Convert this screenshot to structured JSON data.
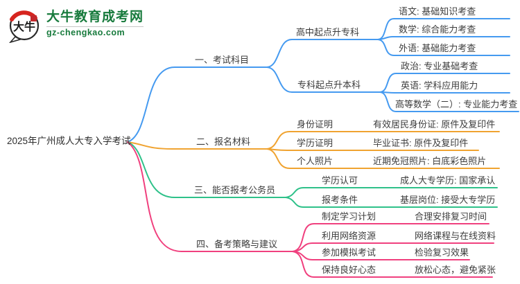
{
  "logo": {
    "mark_text": "大牛",
    "site_name": "大牛教育成考网",
    "site_url": "gz-chengkao.com",
    "brand_color": "#177a3c",
    "seal_color": "#c3272b"
  },
  "root": {
    "label": "2025年广州成人大专入学考试"
  },
  "branches": [
    {
      "label": "一、考试科目",
      "color": "#459af0",
      "children": [
        {
          "label": "高中起点升专科",
          "children": [
            {
              "label": "语文: 基础知识考查"
            },
            {
              "label": "数学: 综合能力考查"
            },
            {
              "label": "外语: 基础能力考查"
            }
          ]
        },
        {
          "label": "专科起点升本科",
          "children": [
            {
              "label": "政治: 专业基础考查"
            },
            {
              "label": "英语: 学科应用能力"
            },
            {
              "label": "高等数学（二）: 专业能力考查"
            }
          ]
        }
      ]
    },
    {
      "label": "二、报名材料",
      "color": "#f0a330",
      "children": [
        {
          "label": "身份证明",
          "children": [
            {
              "label": "有效居民身份证: 原件及复印件"
            }
          ]
        },
        {
          "label": "学历证明",
          "children": [
            {
              "label": "毕业证书: 原件及复印件"
            }
          ]
        },
        {
          "label": "个人照片",
          "children": [
            {
              "label": "近期免冠照片: 白底彩色照片"
            }
          ]
        }
      ]
    },
    {
      "label": "三、能否报考公务员",
      "color": "#2ec189",
      "children": [
        {
          "label": "学历认可",
          "children": [
            {
              "label": "成人大专学历: 国家承认"
            }
          ]
        },
        {
          "label": "报考条件",
          "children": [
            {
              "label": "基层岗位: 接受大专学历"
            }
          ]
        }
      ]
    },
    {
      "label": "四、备考策略与建议",
      "color": "#f0407e",
      "children": [
        {
          "label": "制定学习计划",
          "children": [
            {
              "label": "合理安排复习时间"
            }
          ]
        },
        {
          "label": "利用网络资源",
          "children": [
            {
              "label": "网络课程与在线资料"
            }
          ]
        },
        {
          "label": "参加模拟考试",
          "children": [
            {
              "label": "检验复习效果"
            }
          ]
        },
        {
          "label": "保持良好心态",
          "children": [
            {
              "label": "放松心态，避免紧张"
            }
          ]
        }
      ]
    }
  ]
}
